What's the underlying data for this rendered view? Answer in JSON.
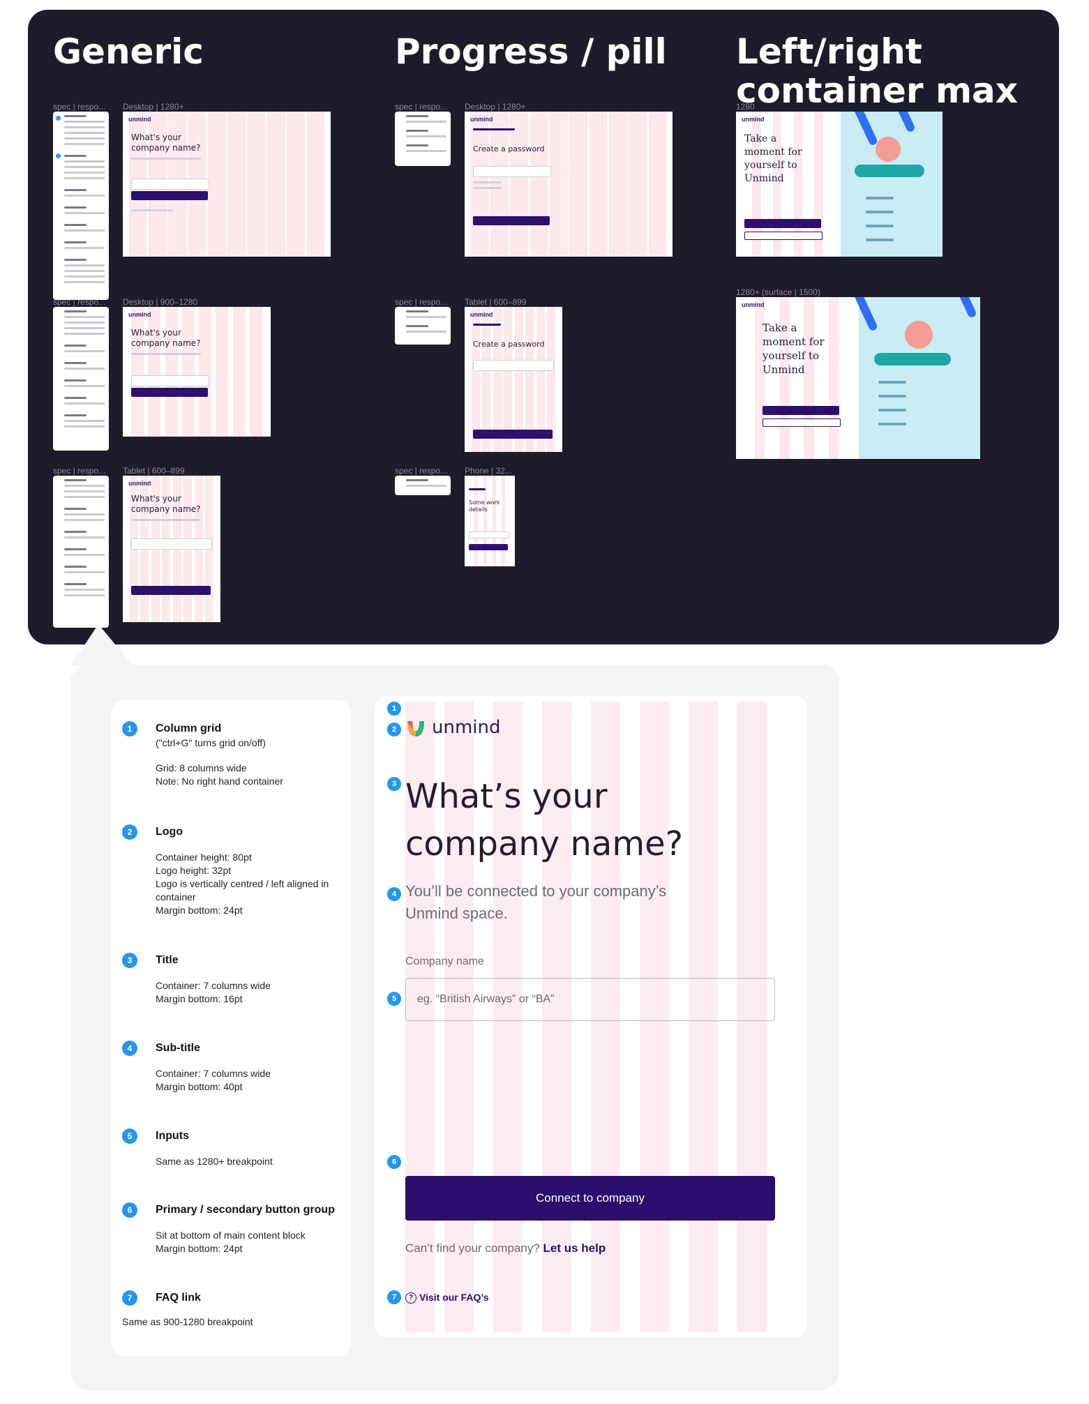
{
  "sections": {
    "generic": "Generic",
    "progress": "Progress / pill",
    "leftright": "Left/right container max widths"
  },
  "thumb_labels": {
    "spec": "spec | respo...",
    "desktop_1280": "Desktop | 1280+",
    "desktop_900": "Desktop | 900–1280",
    "tablet": "Tablet | 600–899",
    "phone": "Phone | 32...",
    "lr_1280": "1280",
    "lr_surface": "1280+ (surface | 1500)"
  },
  "mini": {
    "company_title": "What's your company name?",
    "password_title": "Create a password",
    "work_title": "Some work details",
    "moment_title": "Take a moment for yourself to Unmind"
  },
  "spec_items": [
    {
      "n": "1",
      "title": "Column grid",
      "text": "(\"ctrl+G\" turns grid on/off)",
      "text2": "Grid: 8 columns wide\nNote: No right hand container"
    },
    {
      "n": "2",
      "title": "Logo",
      "text": "Container height: 80pt\nLogo height: 32pt\nLogo is vertically centred / left aligned in container\nMargin bottom: 24pt"
    },
    {
      "n": "3",
      "title": "Title",
      "text": "Container: 7 columns wide\nMargin bottom: 16pt"
    },
    {
      "n": "4",
      "title": "Sub-title",
      "text": "Container: 7 columns wide\nMargin bottom: 40pt"
    },
    {
      "n": "5",
      "title": "Inputs",
      "text": "Same as 1280+ breakpoint"
    },
    {
      "n": "6",
      "title": "Primary / secondary button group",
      "text": "Sit at bottom of main content block\nMargin bottom: 24pt"
    },
    {
      "n": "7",
      "title": "FAQ link",
      "text": "Same as 900-1280 breakpoint"
    }
  ],
  "screen": {
    "logo_text": "unmind",
    "title": "What’s your company name?",
    "subtitle": "You’ll be connected to your company’s Unmind space.",
    "field_label": "Company name",
    "field_placeholder": "eg. “British Airways” or “BA”",
    "button_label": "Connect to company",
    "help_text": "Can’t find your company?",
    "help_link": "Let us help",
    "faq_label": "Visit our FAQ’s"
  },
  "colors": {
    "board": "#1d1c2b",
    "accent": "#2c0e6d",
    "badge": "#2496ed",
    "grid_column": "#fdecef"
  },
  "icons": {
    "logo": "unmind-logo-icon",
    "faq": "question-circle-icon"
  }
}
